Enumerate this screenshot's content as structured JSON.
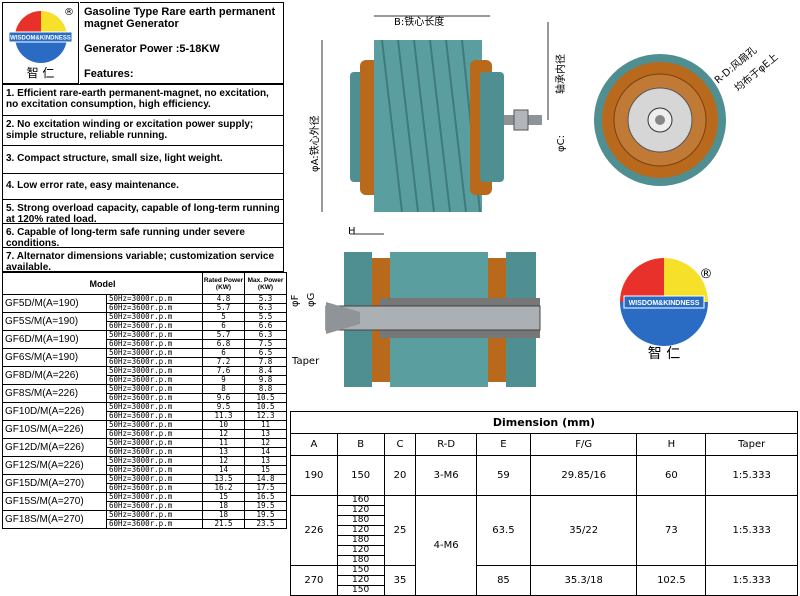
{
  "brand": {
    "registered": "®",
    "name": "WISDOM&KINDNESS",
    "chinese": "智 仁"
  },
  "header": {
    "title": "Gasoline Type Rare earth permanent magnet Generator",
    "power": "Generator Power :5-18KW",
    "features_label": "Features:"
  },
  "features": [
    "1. Efficient rare-earth permanent-magnet, no excitation, no excitation consumption, high efficiency.",
    "2. No excitation winding or excitation power supply; simple structure, reliable running.",
    "3. Compact structure, small size, light weight.",
    "4. Low error rate, easy maintenance.",
    "5. Strong overload capacity, capable of long-term running at 120% rated load.",
    "6. Capable of long-term safe running under severe conditions.",
    "7. Alternator dimensions variable; customization service available."
  ],
  "model_table": {
    "headers": {
      "model": "Model",
      "rated": "Rated Power (KW)",
      "max": "Max. Power (KW)"
    },
    "rows": [
      {
        "name": "GF5D/M(A=190)",
        "lines": [
          [
            "50Hz=3000r.p.m",
            "4.8",
            "5.3"
          ],
          [
            "60Hz=3600r.p.m",
            "5.7",
            "6.3"
          ]
        ]
      },
      {
        "name": "GF5S/M(A=190)",
        "lines": [
          [
            "50Hz=3000r.p.m",
            "5",
            "5.5"
          ],
          [
            "60Hz=3600r.p.m",
            "6",
            "6.6"
          ]
        ]
      },
      {
        "name": "GF6D/M(A=190)",
        "lines": [
          [
            "50Hz=3000r.p.m",
            "5.7",
            "6.3"
          ],
          [
            "60Hz=3600r.p.m",
            "6.8",
            "7.5"
          ]
        ]
      },
      {
        "name": "GF6S/M(A=190)",
        "lines": [
          [
            "50Hz=3000r.p.m",
            "6",
            "6.5"
          ],
          [
            "60Hz=3600r.p.m",
            "7.2",
            "7.8"
          ]
        ]
      },
      {
        "name": "GF8D/M(A=226)",
        "lines": [
          [
            "50Hz=3000r.p.m",
            "7.6",
            "8.4"
          ],
          [
            "60Hz=3600r.p.m",
            "9",
            "9.8"
          ]
        ]
      },
      {
        "name": "GF8S/M(A=226)",
        "lines": [
          [
            "50Hz=3000r.p.m",
            "8",
            "8.8"
          ],
          [
            "60Hz=3600r.p.m",
            "9.6",
            "10.5"
          ]
        ]
      },
      {
        "name": "GF10D/M(A=226)",
        "lines": [
          [
            "50Hz=3000r.p.m",
            "9.5",
            "10.5"
          ],
          [
            "60Hz=3600r.p.m",
            "11.3",
            "12.3"
          ]
        ]
      },
      {
        "name": "GF10S/M(A=226)",
        "lines": [
          [
            "50Hz=3000r.p.m",
            "10",
            "11"
          ],
          [
            "60Hz=3600r.p.m",
            "12",
            "13"
          ]
        ]
      },
      {
        "name": "GF12D/M(A=226)",
        "lines": [
          [
            "50Hz=3000r.p.m",
            "11",
            "12"
          ],
          [
            "60Hz=3600r.p.m",
            "13",
            "14"
          ]
        ]
      },
      {
        "name": "GF12S/M(A=226)",
        "lines": [
          [
            "50Hz=3000r.p.m",
            "12",
            "13"
          ],
          [
            "60Hz=3600r.p.m",
            "14",
            "15"
          ]
        ]
      },
      {
        "name": "GF15D/M(A=270)",
        "lines": [
          [
            "50Hz=3000r.p.m",
            "13.5",
            "14.8"
          ],
          [
            "60Hz=3600r.p.m",
            "16.2",
            "17.5"
          ]
        ]
      },
      {
        "name": "GF15S/M(A=270)",
        "lines": [
          [
            "50Hz=3000r.p.m",
            "15",
            "16.5"
          ],
          [
            "60Hz=3600r.p.m",
            "18",
            "19.5"
          ]
        ]
      },
      {
        "name": "GF18S/M(A=270)",
        "lines": [
          [
            "50Hz=3000r.p.m",
            "18",
            "19.5"
          ],
          [
            "60Hz=3600r.p.m",
            "21.5",
            "23.5"
          ]
        ]
      }
    ]
  },
  "drawing_labels": {
    "b_length": "B:铁心长度",
    "a_outer": "φA:铁心外径",
    "bearing_bore": "轴承内径",
    "c_bore": "φC:",
    "rd": "R-D:风扇孔",
    "rd2": "均布于φE上",
    "h": "H",
    "f": "φF",
    "g": "φG",
    "taper": "Taper"
  },
  "dimension_table": {
    "title": "Dimension (mm)",
    "headers": [
      "A",
      "B",
      "C",
      "R-D",
      "E",
      "F/G",
      "H",
      "Taper"
    ],
    "group1": {
      "A": "190",
      "B": "150",
      "C": "20",
      "RD": "3-M6",
      "E": "59",
      "FG": "29.85/16",
      "H": "60",
      "Taper": "1:5.333"
    },
    "group2": {
      "A": "226",
      "B": [
        "160",
        "120",
        "180",
        "120",
        "180",
        "120",
        "180"
      ],
      "C": "25",
      "RD": "4-M6",
      "E": "63.5",
      "FG": "35/22",
      "H": "73",
      "Taper": "1:5.333"
    },
    "group3": {
      "A": "270",
      "B": [
        "150",
        "120",
        "150"
      ],
      "C": "35",
      "E": "85",
      "FG": "35.3/18",
      "H": "102.5",
      "Taper": "1:5.333"
    }
  },
  "colors": {
    "copper": "#b8691c",
    "stator": "#4f8f91",
    "shaft": "#9aa0a3"
  }
}
